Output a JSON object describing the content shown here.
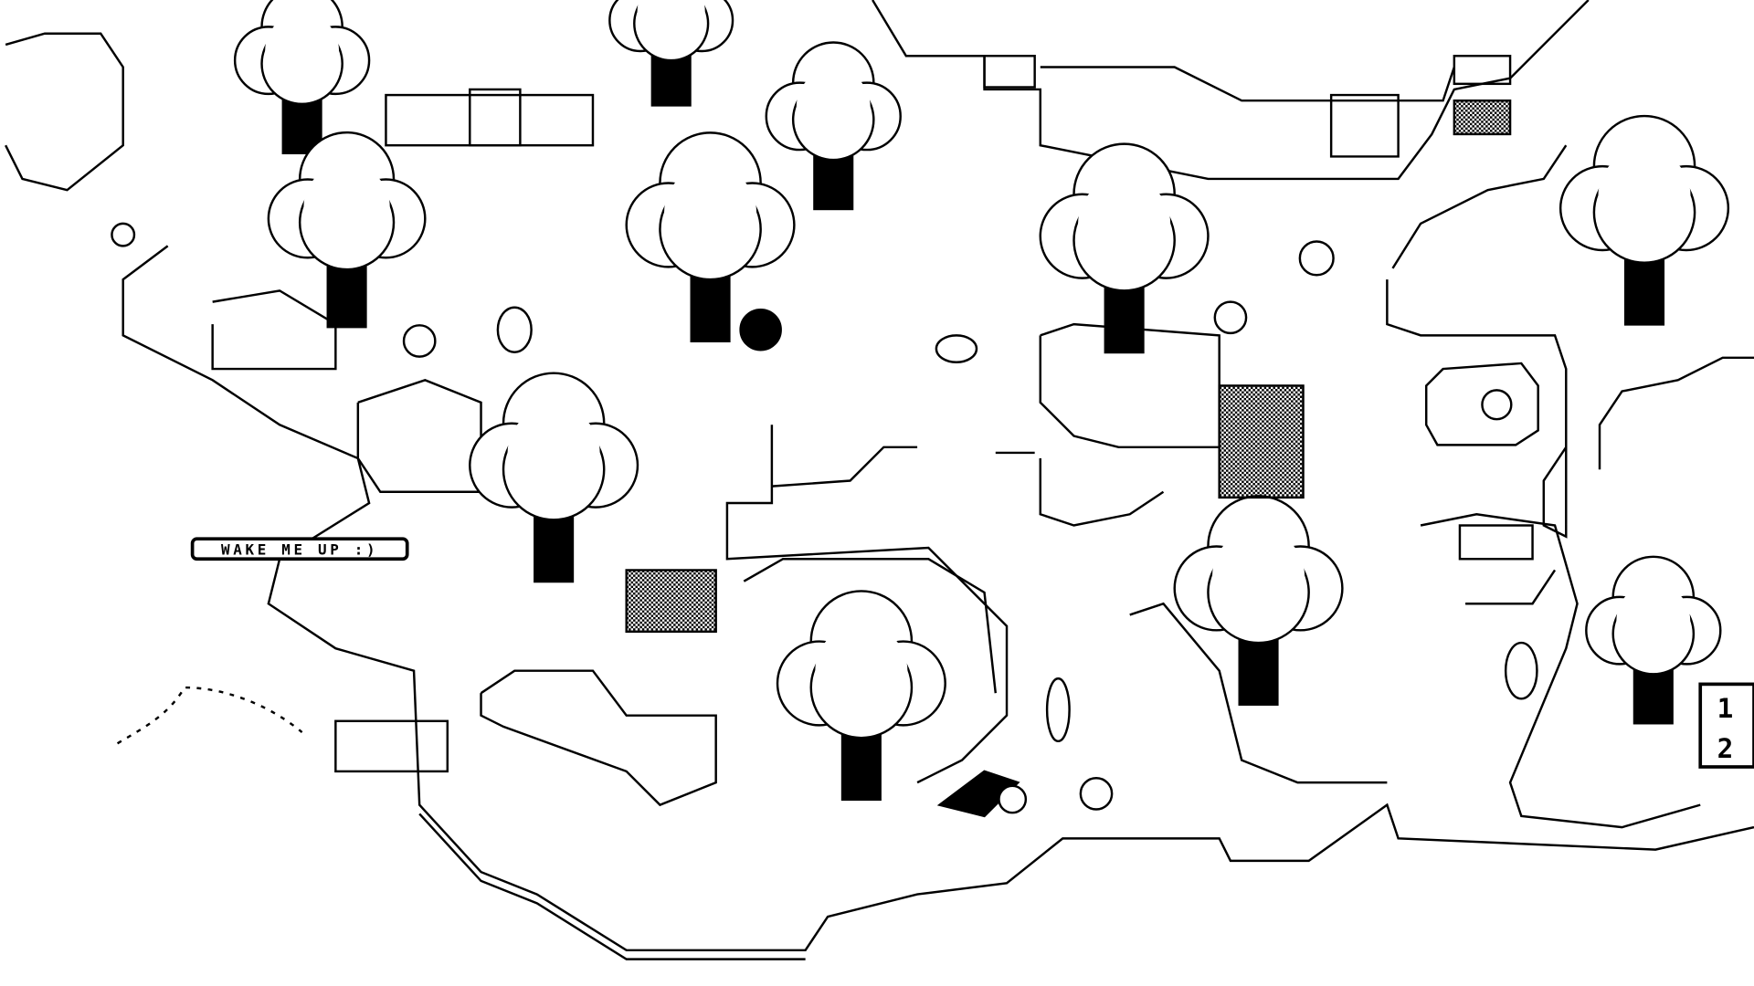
{
  "game": {
    "sign_text": "WAKE ME UP :)",
    "tiles": [
      "1",
      "2"
    ]
  },
  "colors": {
    "ink": "#000000",
    "paper": "#ffffff"
  }
}
